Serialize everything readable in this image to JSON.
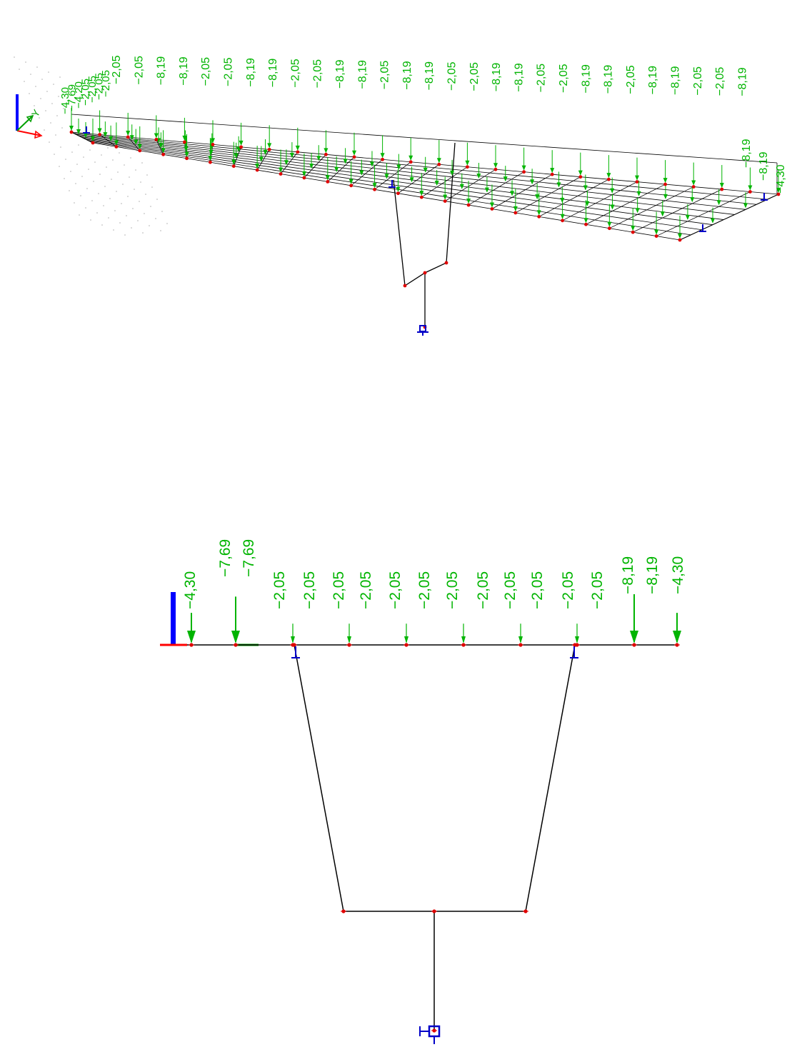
{
  "colors": {
    "load": "#00b400",
    "node": "#e00000",
    "member": "#000000",
    "support": "#0000c8",
    "axis_x": "#ff0000",
    "axis_y": "#00a000",
    "axis_z": "#0000ff",
    "grid_dot": "#b0b0b0"
  },
  "icons": {
    "support": "support-icon",
    "fixed_support": "fixed-support-icon",
    "axes": "axes-icon"
  },
  "iso_view": {
    "name": "isometric-model-view",
    "axis_label": "Y",
    "left_end_labels": [
      "−4,30",
      "−7,69",
      "−4,20",
      "−2,05",
      "−2,05",
      "−2,05",
      "−2,05"
    ],
    "load_labels": [
      "−2,05",
      "−2,05",
      "−8,19",
      "−8,19",
      "−2,05",
      "−2,05",
      "−8,19",
      "−8,19",
      "−2,05",
      "−2,05",
      "−8,19",
      "−8,19",
      "−2,05",
      "−8,19",
      "−8,19",
      "−2,05",
      "−2,05",
      "−8,19",
      "−8,19",
      "−2,05",
      "−2,05",
      "−8,19",
      "−8,19",
      "−2,05",
      "−8,19",
      "−8,19",
      "−2,05",
      "−2,05",
      "−8,19"
    ],
    "right_end_labels": [
      "−8,19",
      "−8,19",
      "−4,30"
    ]
  },
  "section_view": {
    "name": "cross-section-view",
    "load_labels": [
      "−4,30",
      "−7,69",
      "−7,69",
      "−2,05",
      "−2,05",
      "−2,05",
      "−2,05",
      "−2,05",
      "−2,05",
      "−2,05",
      "−2,05",
      "−2,05",
      "−2,05",
      "−2,05",
      "−2,05",
      "−8,19",
      "−8,19",
      "−4,30"
    ],
    "load_values": [
      -4.3,
      -7.69,
      -7.69,
      -2.05,
      -2.05,
      -2.05,
      -2.05,
      -2.05,
      -2.05,
      -2.05,
      -2.05,
      -2.05,
      -2.05,
      -2.05,
      -2.05,
      -8.19,
      -8.19,
      -4.3
    ]
  }
}
